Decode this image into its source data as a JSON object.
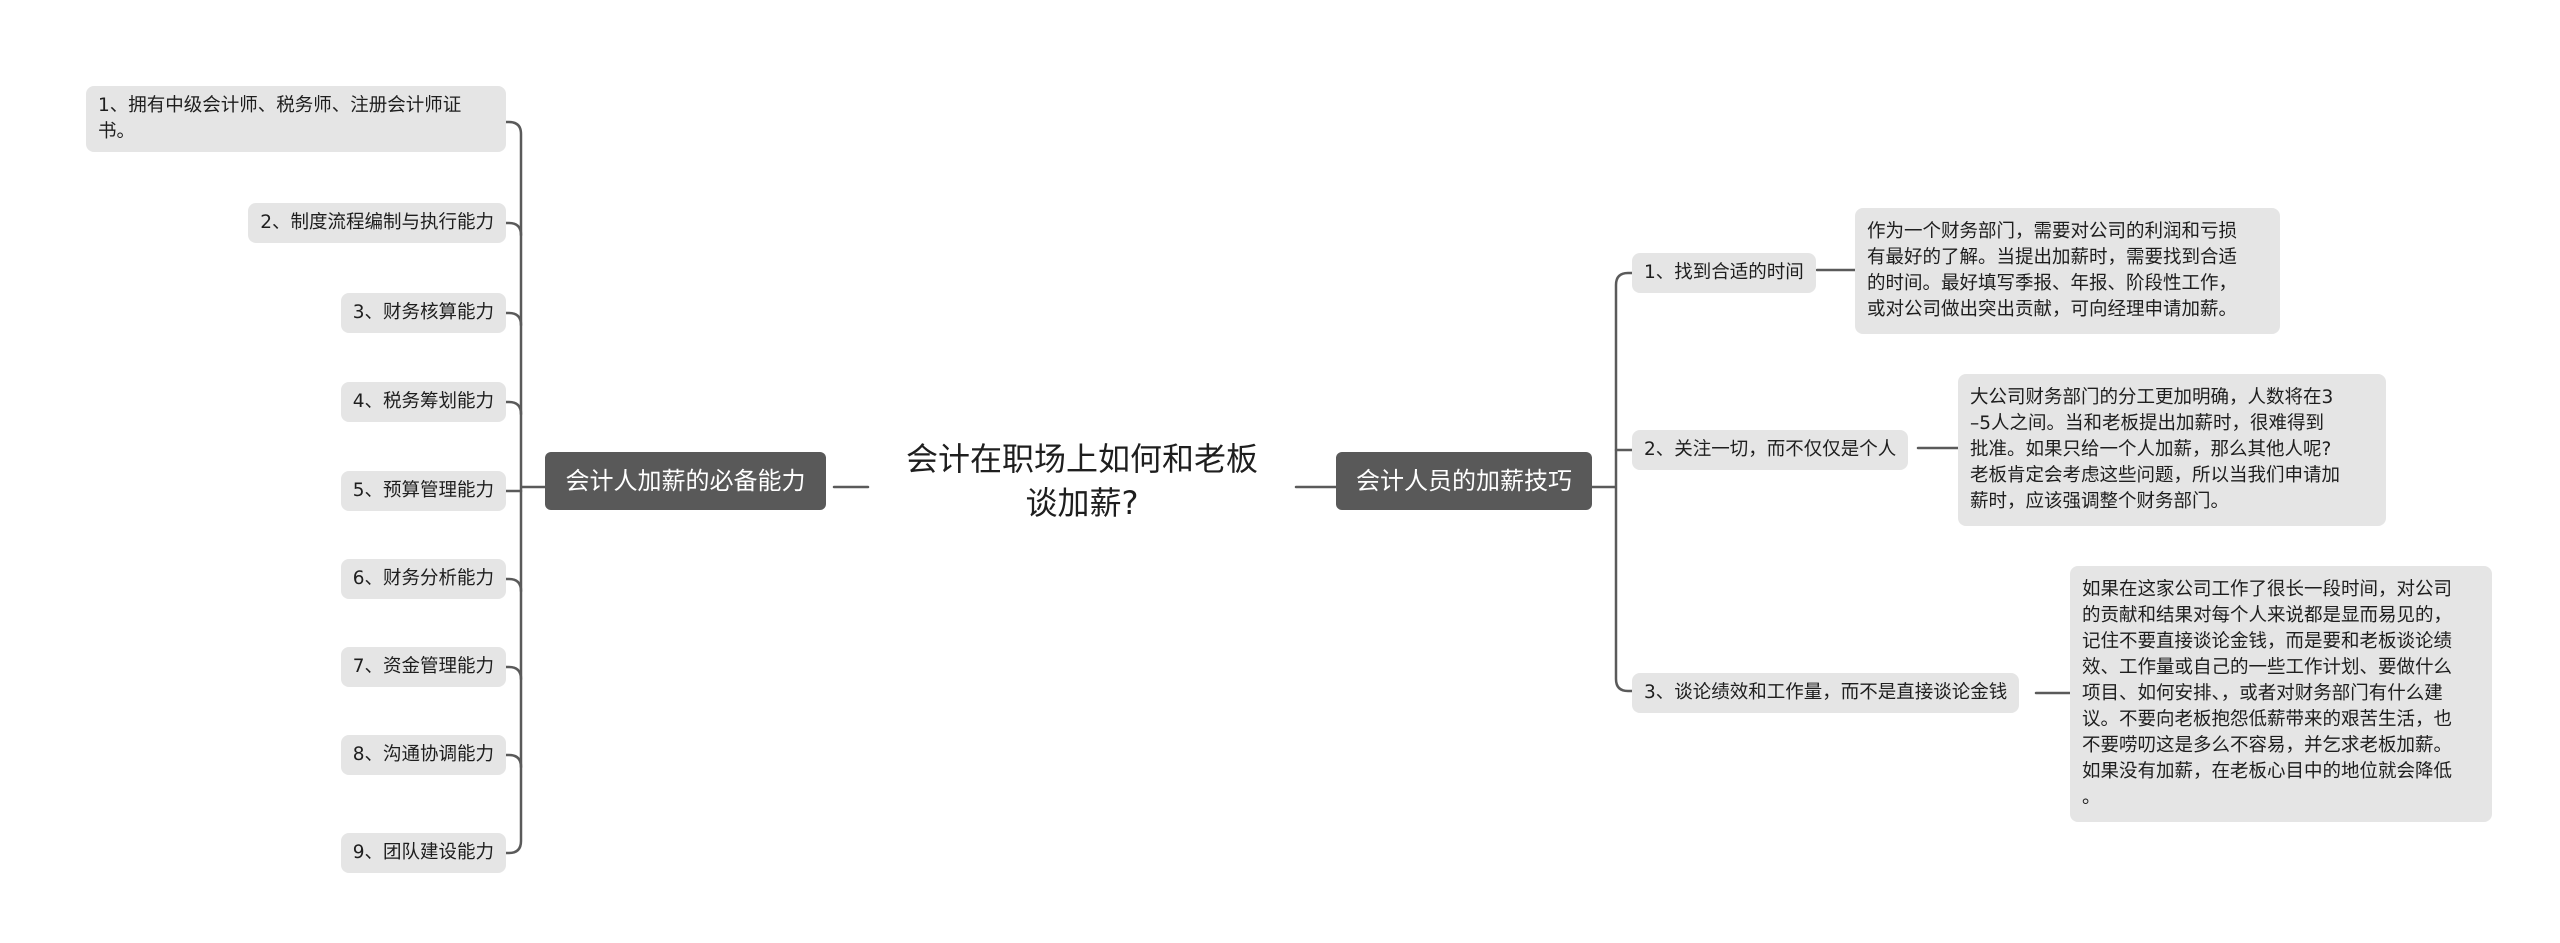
{
  "mindmap": {
    "root": {
      "text_line1": "会计在职场上如何和老板",
      "text_line2": "谈加薪?"
    },
    "left_branch": {
      "label": "会计人加薪的必备能力",
      "items": [
        {
          "line1": "1、拥有中级会计师、税务师、注册会计师证",
          "line2": "书。"
        },
        {
          "label": "2、制度流程编制与执行能力"
        },
        {
          "label": "3、财务核算能力"
        },
        {
          "label": "4、税务筹划能力"
        },
        {
          "label": "5、预算管理能力"
        },
        {
          "label": "6、财务分析能力"
        },
        {
          "label": "7、资金管理能力"
        },
        {
          "label": "8、沟通协调能力"
        },
        {
          "label": "9、团队建设能力"
        }
      ]
    },
    "right_branch": {
      "label": "会计人员的加薪技巧",
      "items": [
        {
          "label": "1、找到合适的时间",
          "detail": [
            "作为一个财务部门，需要对公司的利润和亏损",
            "有最好的了解。当提出加薪时，需要找到合适",
            "的时间。最好填写季报、年报、阶段性工作，",
            "或对公司做出突出贡献，可向经理申请加薪。"
          ]
        },
        {
          "label": "2、关注一切，而不仅仅是个人",
          "detail": [
            "大公司财务部门的分工更加明确，人数将在3",
            "–5人之间。当和老板提出加薪时，很难得到",
            "批准。如果只给一个人加薪，那么其他人呢?",
            "老板肯定会考虑这些问题，所以当我们申请加",
            "薪时，应该强调整个财务部门。"
          ]
        },
        {
          "label": "3、谈论绩效和工作量，而不是直接谈论金钱",
          "detail": [
            "如果在这家公司工作了很长一段时间，对公司",
            "的贡献和结果对每个人来说都是显而易见的，",
            "记住不要直接谈论金钱，而是要和老板谈论绩",
            "效、工作量或自己的一些工作计划、要做什么",
            "项目、如何安排、，或者对财务部门有什么建",
            "议。不要向老板抱怨低薪带来的艰苦生活，也",
            "不要唠叨这是多么不容易，并乞求老板加薪。",
            "如果没有加薪，在老板心目中的地位就会降低",
            "。"
          ]
        }
      ]
    },
    "colors": {
      "connector": "#5a5a5a",
      "node_fill": "#e5e5e5",
      "branch_fill": "#595959",
      "text": "#1e1e1e"
    }
  }
}
